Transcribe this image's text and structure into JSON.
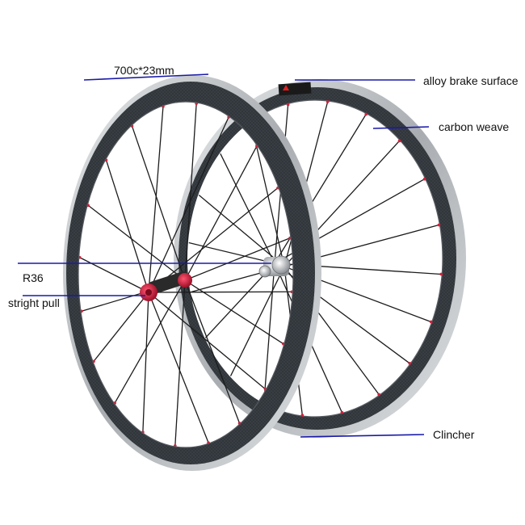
{
  "labels": {
    "wheel_size": "700c*23mm",
    "brake_surface": "alloy brake surface",
    "rim_material": "carbon weave",
    "spoke_model": "R36",
    "spoke_type": "stright pull",
    "tire_type": "Clincher"
  },
  "colors": {
    "callout_line": "#1a1aa8",
    "rim_carbon": "#2e3236",
    "rim_alloy": "#c9cccf",
    "hub_red": "#c81e3c",
    "spoke": "#1c1c1c",
    "nipple": "#d4203c"
  },
  "icons": {
    "front_wheel": "bicycle-wheel",
    "rear_wheel": "bicycle-wheel"
  }
}
